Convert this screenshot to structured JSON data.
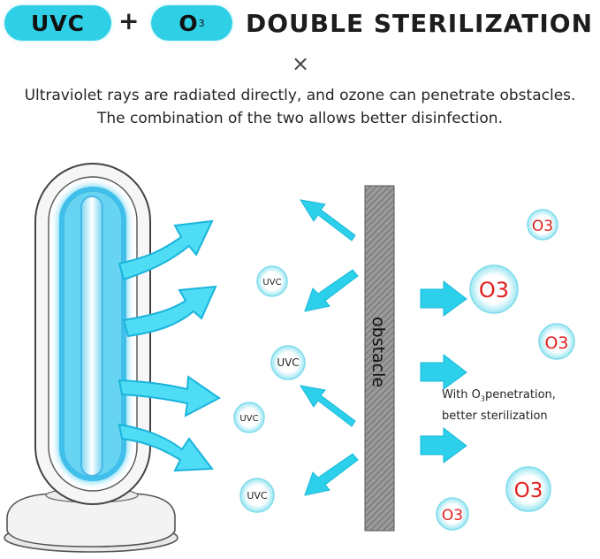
{
  "header": {
    "uvc_label": "UVC",
    "o3_label": "O",
    "o3_subscript": "3",
    "plus": "+",
    "title": "DOUBLE STERILIZATION",
    "separator": "×"
  },
  "description": {
    "line1": "Ultraviolet rays are radiated directly, and ozone can penetrate obstacles.",
    "line2": "The combination of the two allows better disinfection."
  },
  "diagram": {
    "obstacle_label": "obstacle",
    "uvc_bubble": "UVC",
    "o3_bubble": "O3",
    "note_line1_pre": "With O",
    "note_line1_sub": "3",
    "note_line1_post": "penetration,",
    "note_line2": "better sterilization"
  },
  "colors": {
    "accent": "#2fd0e6",
    "arrow": "#19c6e4",
    "o3_text": "#e02020",
    "obstacle": "#8e8e8e"
  }
}
